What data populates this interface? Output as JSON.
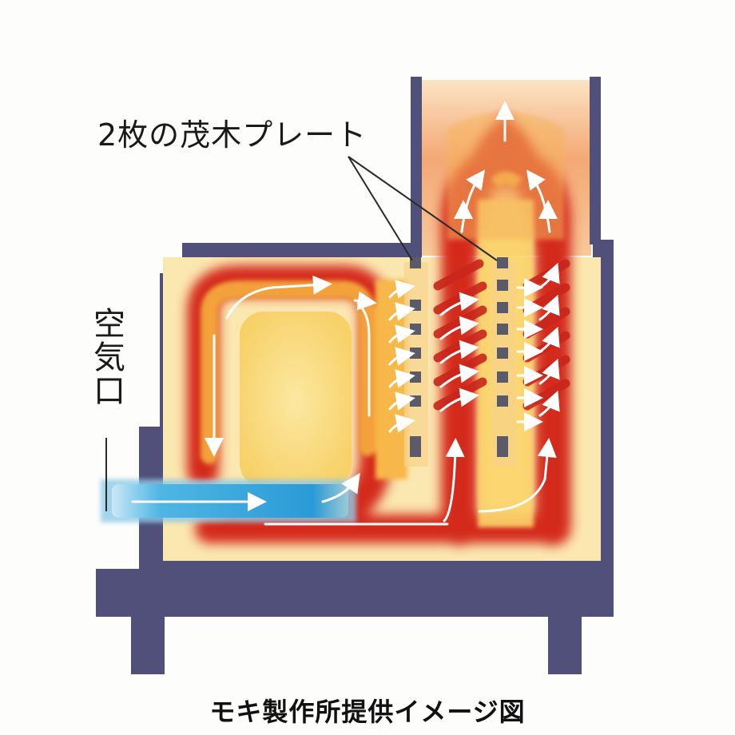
{
  "labels": {
    "plates": "2枚の茂木プレート",
    "air_inlet": "空気口",
    "credit": "モキ製作所提供イメージ図"
  },
  "colors": {
    "stove_body": "#50507a",
    "chamber_fill": "#f9e3a6",
    "flame_red": "#d42a1e",
    "flame_orange": "#f2a13a",
    "flame_yellow": "#fbd46a",
    "air_blue": "#2aa2dc",
    "arrow": "#ffffff"
  }
}
